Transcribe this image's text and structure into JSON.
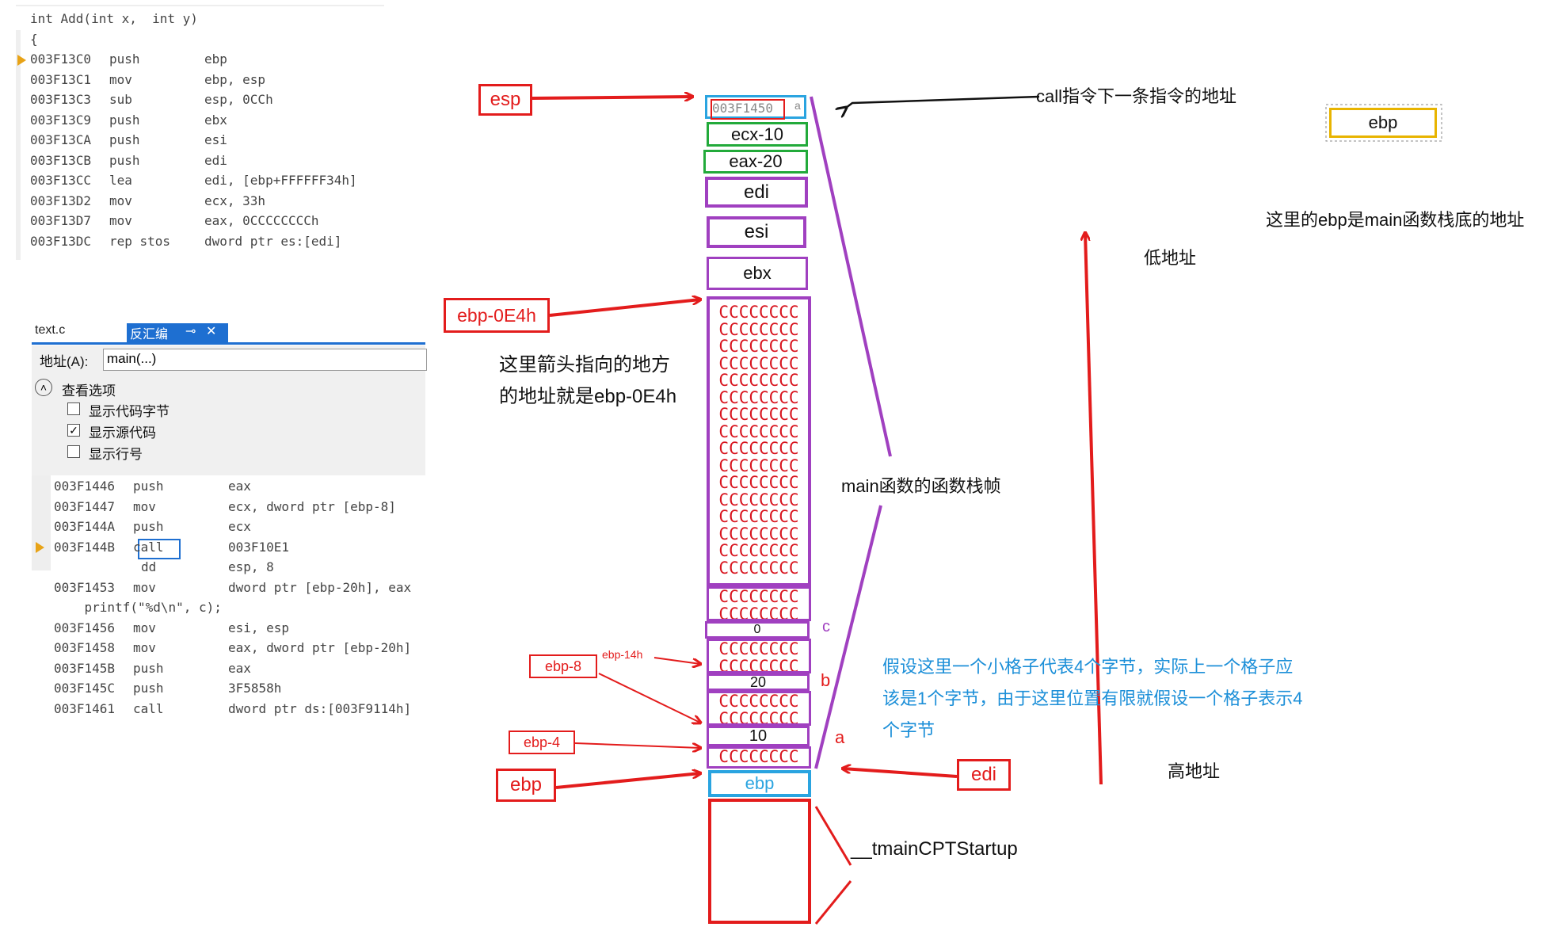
{
  "code_top": {
    "rows": [
      {
        "addr": "int Add(int x,  int y)",
        "mn": "",
        "op": ""
      },
      {
        "addr": "{",
        "mn": "",
        "op": ""
      },
      {
        "addr": "003F13C0",
        "mn": "push",
        "op": "ebp"
      },
      {
        "addr": "003F13C1",
        "mn": "mov",
        "op": "ebp, esp"
      },
      {
        "addr": "003F13C3",
        "mn": "sub",
        "op": "esp, 0CCh"
      },
      {
        "addr": "003F13C9",
        "mn": "push",
        "op": "ebx"
      },
      {
        "addr": "003F13CA",
        "mn": "push",
        "op": "esi"
      },
      {
        "addr": "003F13CB",
        "mn": "push",
        "op": "edi"
      },
      {
        "addr": "003F13CC",
        "mn": "lea",
        "op": "edi, [ebp+FFFFFF34h]"
      },
      {
        "addr": "003F13D2",
        "mn": "mov",
        "op": "ecx, 33h"
      },
      {
        "addr": "003F13D7",
        "mn": "mov",
        "op": "eax, 0CCCCCCCCh"
      },
      {
        "addr": "003F13DC",
        "mn": "rep stos",
        "op": "dword ptr es:[edi]"
      }
    ]
  },
  "disasm_window": {
    "tab_file": "text.c",
    "tab_active": "反汇编",
    "tab_pin": "⊸",
    "tab_close": "✕",
    "address_label": "地址(A):",
    "address_value": "main(...)",
    "view_options": "查看选项",
    "opt_code_bytes": "显示代码字节",
    "opt_source": "显示源代码",
    "opt_line_numbers": "显示行号",
    "opt_code_bytes_checked": false,
    "opt_source_checked": true,
    "opt_line_numbers_checked": false,
    "rows": [
      {
        "addr": "003F1446",
        "mn": "push",
        "op": "eax"
      },
      {
        "addr": "003F1447",
        "mn": "mov",
        "op": "ecx, dword ptr [ebp-8]"
      },
      {
        "addr": "003F144A",
        "mn": "push",
        "op": "ecx"
      },
      {
        "addr": "003F144B",
        "mn": "call",
        "op": "003F10E1"
      },
      {
        "addr": "",
        "mn": "dd",
        "op": "esp, 8"
      },
      {
        "addr": "003F1453",
        "mn": "mov",
        "op": "dword ptr [ebp-20h], eax"
      },
      {
        "addr": "    printf(\"%d\\n\", c);",
        "mn": "",
        "op": ""
      },
      {
        "addr": "003F1456",
        "mn": "mov",
        "op": "esi, esp"
      },
      {
        "addr": "003F1458",
        "mn": "mov",
        "op": "eax, dword ptr [ebp-20h]"
      },
      {
        "addr": "003F145B",
        "mn": "push",
        "op": "eax"
      },
      {
        "addr": "003F145C",
        "mn": "push",
        "op": "3F5858h"
      },
      {
        "addr": "003F1461",
        "mn": "call",
        "op": "dword ptr ds:[003F9114h]"
      }
    ]
  },
  "stack": {
    "top_cell": "003F1450",
    "top_cell_suffix": "a",
    "cells": [
      "ecx-10",
      "eax-20",
      "edi",
      "esi",
      "ebx"
    ],
    "fill_char_line": "CCCCCCCC",
    "val_c": "0",
    "val_b": "20",
    "val_a": "10",
    "ebp_cell": "ebp",
    "var_c_label": "c",
    "var_b_label": "b",
    "var_a_label": "a"
  },
  "labels": {
    "esp": "esp",
    "ebp_0e4h": "ebp-0E4h",
    "ebp_8": "ebp-8",
    "ebp_14h": "ebp-14h",
    "ebp_4": "ebp-4",
    "ebp": "ebp",
    "edi": "edi",
    "ebp_legend": "ebp"
  },
  "annotations": {
    "call_next": "call指令下一条指令的地址",
    "ebp_is_main": "这里的ebp是main函数栈底的地址",
    "low_addr": "低地址",
    "high_addr": "高地址",
    "arrow_line1": "这里箭头指向的地方",
    "arrow_line2": "的地址就是ebp-0E4h",
    "main_frame": "main函数的函数栈帧",
    "assume_line1": "假设这里一个小格子代表4个字节，实际上一个格子应",
    "assume_line2": "该是1个字节，由于这里位置有限就假设一个格子表示4",
    "assume_line3": "个字节",
    "startup": "__tmainCPTStartup"
  },
  "colors": {
    "red": "#e31c1c",
    "purple": "#a040c0",
    "blue": "#2aa4e0",
    "green": "#22aa3a",
    "yellow": "#e8b400",
    "cyan_text": "#1c8fd8"
  }
}
